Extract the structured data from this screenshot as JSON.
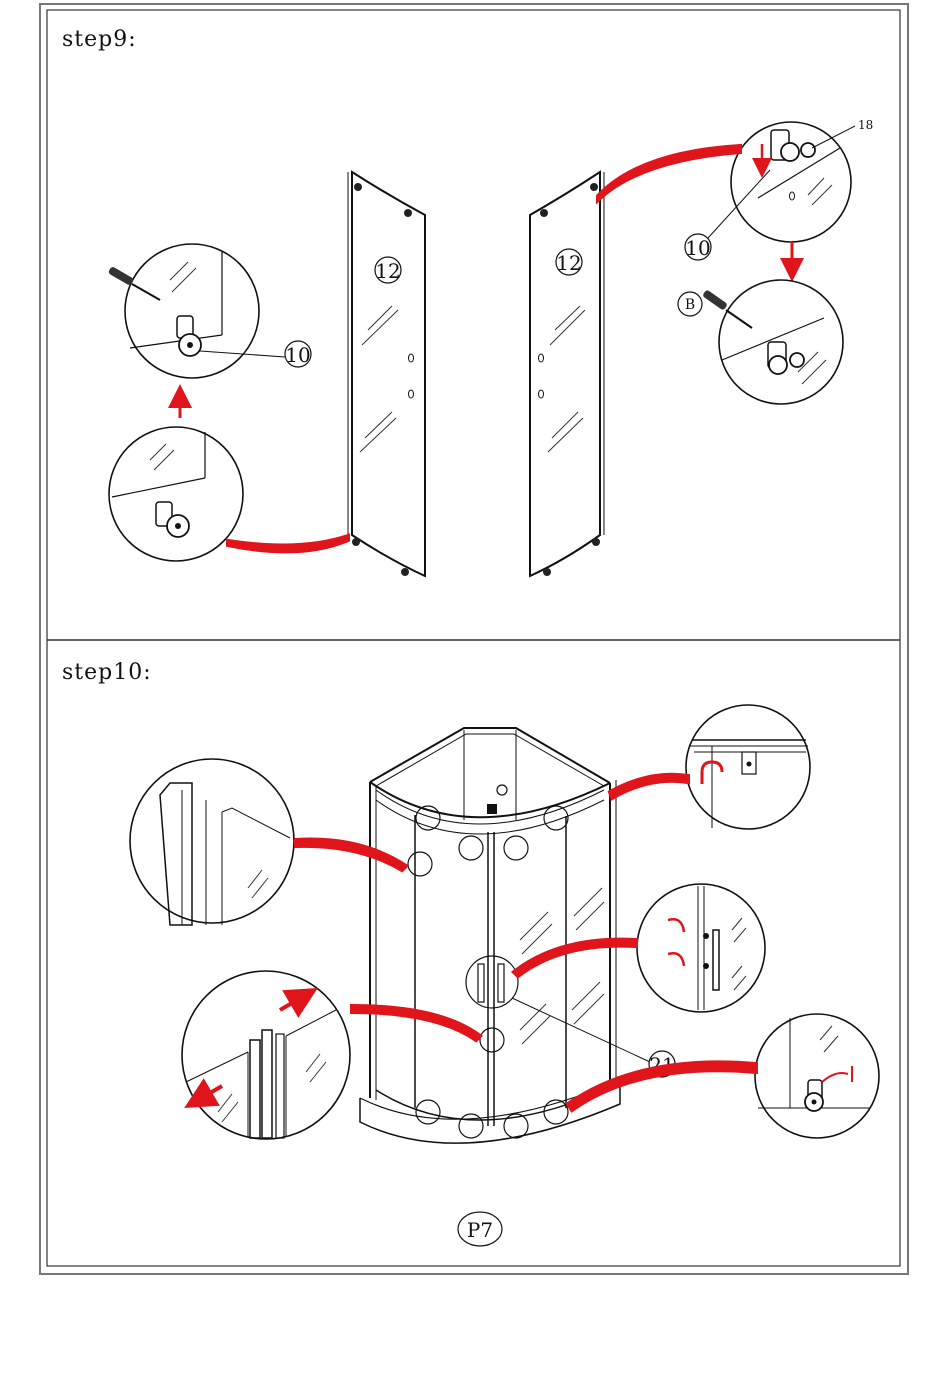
{
  "step9": {
    "title": "step9:",
    "panel_number": "12",
    "roller_number": "10",
    "screw_number": "18",
    "screwdriver_callout": "B"
  },
  "step10": {
    "title": "step10:",
    "handle_number": "21"
  },
  "page_label": "P7",
  "colors": {
    "arrow": "#e0151b",
    "line": "#111111",
    "frame": "#555555"
  }
}
